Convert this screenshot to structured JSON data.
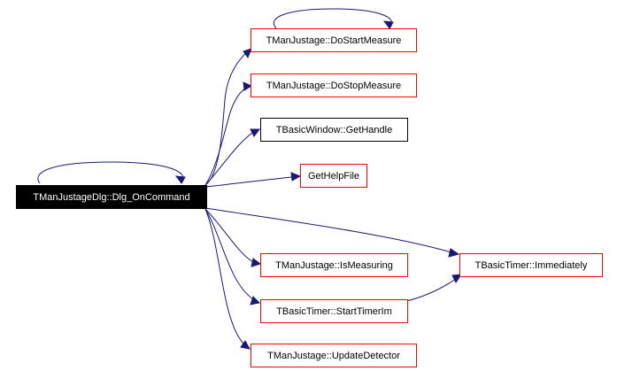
{
  "nodes": {
    "root": "TManJustageDlg::Dlg_OnCommand",
    "do_start_measure": "TManJustage::DoStartMeasure",
    "do_stop_measure": "TManJustage::DoStopMeasure",
    "get_handle": "TBasicWindow::GetHandle",
    "get_help_file": "GetHelpFile",
    "is_measuring": "TManJustage::IsMeasuring",
    "start_timer_im": "TBasicTimer::StartTimerIm",
    "update_detector": "TManJustage::UpdateDetector",
    "immediately": "TBasicTimer::Immediately"
  },
  "colors": {
    "edge": "#191970",
    "node_border_linked": "#ff0000",
    "node_border_plain": "#000000",
    "root_fill": "#000000",
    "root_text": "#ffffff"
  }
}
